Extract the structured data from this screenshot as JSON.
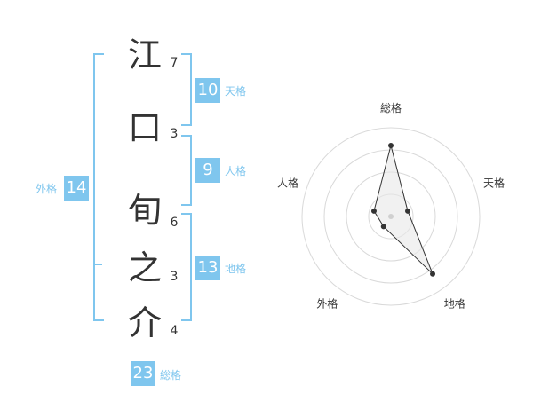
{
  "name_chars": [
    {
      "char": "江",
      "strokes": "7"
    },
    {
      "char": "口",
      "strokes": "3"
    },
    {
      "char": "旬",
      "strokes": "6"
    },
    {
      "char": "之",
      "strokes": "3"
    },
    {
      "char": "介",
      "strokes": "4"
    }
  ],
  "groups": {
    "tenkaku": {
      "label": "天格",
      "value": "10"
    },
    "jinkaku": {
      "label": "人格",
      "value": "9"
    },
    "chikaku": {
      "label": "地格",
      "value": "13"
    },
    "gaikaku": {
      "label": "外格",
      "value": "14"
    },
    "soukaku": {
      "label": "総格",
      "value": "23"
    }
  },
  "colors": {
    "accent": "#7fc6ee",
    "text": "#333333"
  },
  "chart_data": {
    "type": "radar",
    "axes": [
      "総格",
      "天格",
      "地格",
      "外格",
      "人格"
    ],
    "values": [
      4.0,
      1.0,
      4.0,
      0.7,
      1.0
    ],
    "rmax": 5,
    "rings": 4,
    "grid": true
  }
}
